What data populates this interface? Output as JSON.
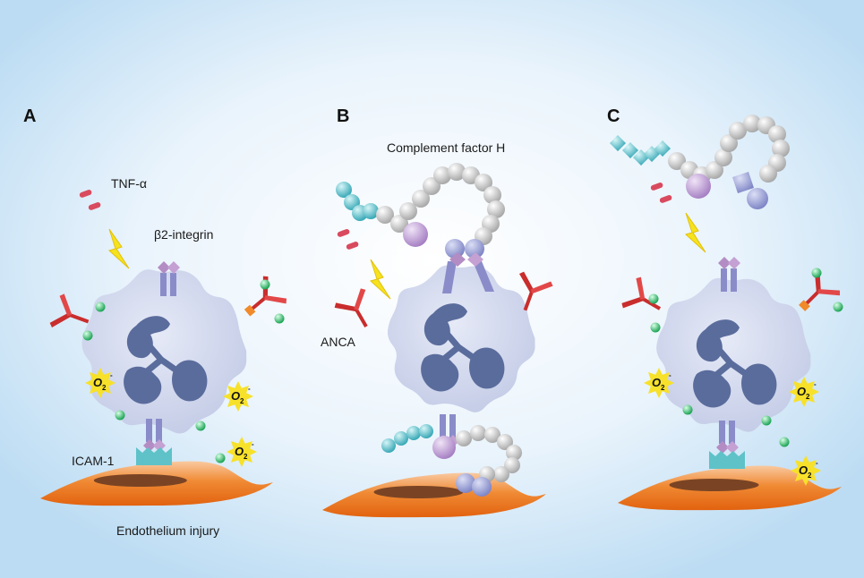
{
  "panels": {
    "a": {
      "letter": "A",
      "tnf_label": "TNF-α",
      "integrin_label": "β2-integrin",
      "icam_label": "ICAM-1",
      "endothelium_label": "Endothelium injury"
    },
    "b": {
      "letter": "B",
      "cfh_label": "Complement factor H",
      "anca_label": "ANCA"
    },
    "c": {
      "letter": "C"
    }
  },
  "superoxide": {
    "o": "O",
    "sub": "2",
    "charge": "-"
  },
  "colors": {
    "background_glow": "#ffffff",
    "background_edge": "#c9e2f6",
    "neutrophil": "#d2d8ee",
    "nucleus": "#5a6c9c",
    "integrin": "#8a8cc9",
    "integrin_head": "#b48cc4",
    "icam": "#5ec2c8",
    "endothelium": "#f07a1e",
    "endothelium_nucleus": "#7a4424",
    "antibody": "#c92d2d",
    "ros_star": "#f7e12a",
    "tnf": "#d94a5e",
    "cfh_bead": "#cfcfcf",
    "cfh_cyan": "#62c7d2",
    "cfh_purple": "#c5a7d9"
  }
}
